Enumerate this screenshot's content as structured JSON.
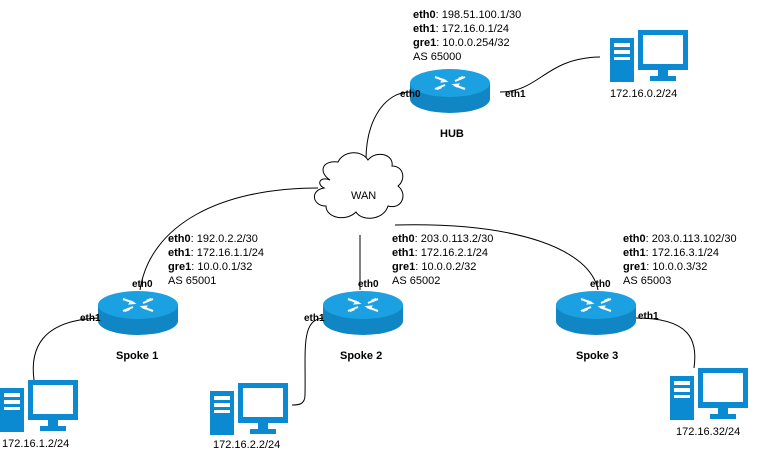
{
  "colors": {
    "router_top": "#1ba1e2",
    "router_side": "#1186c5",
    "pc_blue": "#0b8ad1",
    "line": "#000000",
    "cloud_fill": "#ffffff"
  },
  "wan_label": "WAN",
  "hub": {
    "name": "HUB",
    "eth0_label": "eth0",
    "eth1_label": "eth1",
    "info": [
      {
        "key": "eth0",
        "value": ": 198.51.100.1/30"
      },
      {
        "key": "eth1",
        "value": ": 172.16.0.1/24"
      },
      {
        "key": "gre1",
        "value": ": 10.0.0.254/32"
      },
      {
        "key": "",
        "value": "AS 65000"
      }
    ],
    "pc_ip": "172.16.0.2/24"
  },
  "spoke1": {
    "name": "Spoke 1",
    "eth0_label": "eth0",
    "eth1_label": "eth1",
    "info": [
      {
        "key": "eth0",
        "value": ": 192.0.2.2/30"
      },
      {
        "key": "eth1",
        "value": ": 172.16.1.1/24"
      },
      {
        "key": "gre1",
        "value": ": 10.0.0.1/32"
      },
      {
        "key": "",
        "value": "AS 65001"
      }
    ],
    "pc_ip": "172.16.1.2/24"
  },
  "spoke2": {
    "name": "Spoke 2",
    "eth0_label": "eth0",
    "eth1_label": "eth1",
    "info": [
      {
        "key": "eth0",
        "value": ": 203.0.113.2/30"
      },
      {
        "key": "eth1",
        "value": ": 172.16.2.1/24"
      },
      {
        "key": "gre1",
        "value": ": 10.0.0.2/32"
      },
      {
        "key": "",
        "value": "AS 65002"
      }
    ],
    "pc_ip": "172.16.2.2/24"
  },
  "spoke3": {
    "name": "Spoke 3",
    "eth0_label": "eth0",
    "eth1_label": "eth1",
    "info": [
      {
        "key": "eth0",
        "value": ": 203.0.113.102/30"
      },
      {
        "key": "eth1",
        "value": ": 172.16.3.1/24"
      },
      {
        "key": "gre1",
        "value": ": 10.0.0.3/32"
      },
      {
        "key": "",
        "value": "AS 65003"
      }
    ],
    "pc_ip": "172.16.32/24"
  }
}
